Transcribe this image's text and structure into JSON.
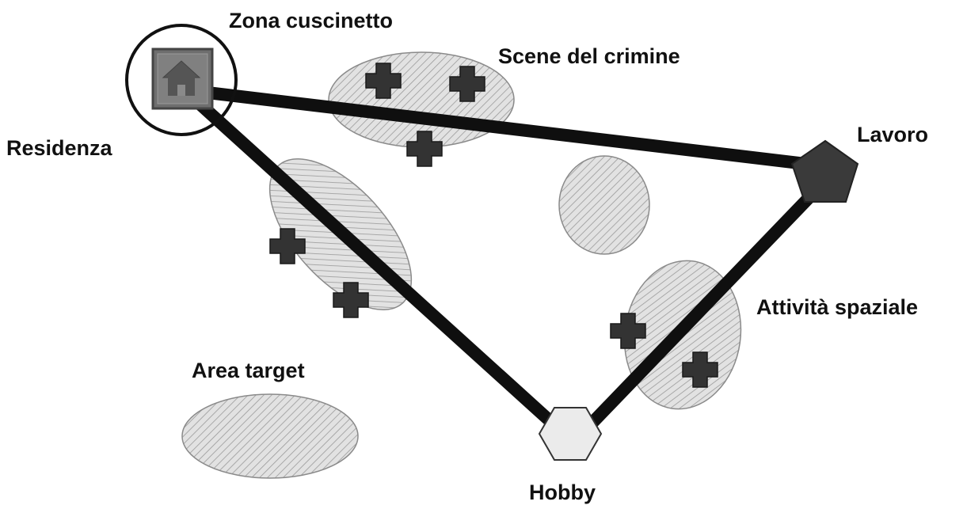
{
  "labels": {
    "buffer_zone": "Zona cuscinetto",
    "crime_scenes": "Scene del crimine",
    "residence": "Residenza",
    "work": "Lavoro",
    "spatial_activity": "Attività spaziale",
    "target_area": "Area target",
    "hobby": "Hobby"
  },
  "colors": {
    "path": "#0f0f0f",
    "crime_marker": "#333333",
    "area_fill": "#e2e2e2",
    "area_hatch": "#9a9a9a",
    "work_node": "#3a3a3a",
    "hobby_node": "#ebebeb",
    "residence_node": "#777777"
  },
  "icons": {
    "residence": "house-icon",
    "crime": "cross-marker-icon",
    "work": "pentagon-icon",
    "hobby": "hexagon-icon"
  }
}
